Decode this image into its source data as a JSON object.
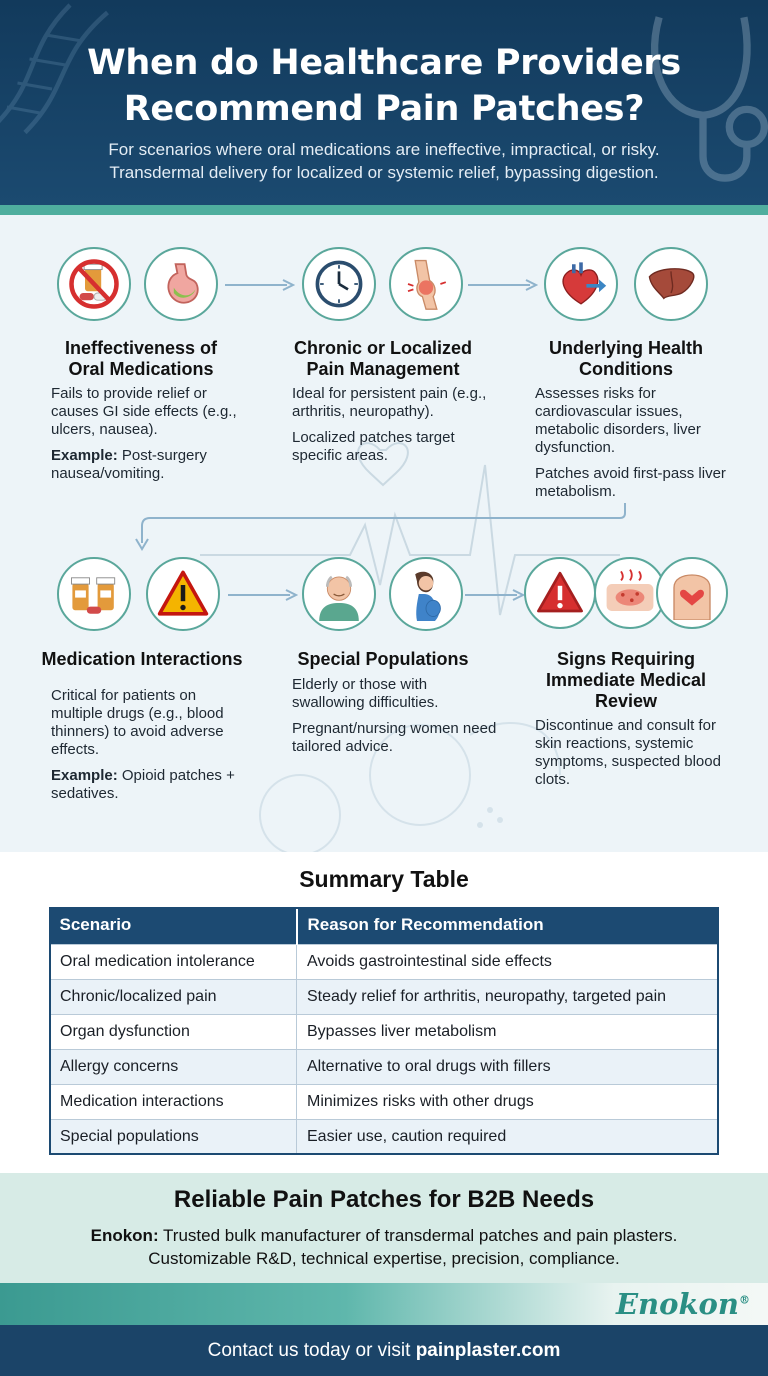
{
  "header": {
    "title_line1": "When do Healthcare Providers",
    "title_line2": "Recommend Pain Patches?",
    "subtitle_line1": "For scenarios where oral medications are ineffective, impractical, or risky.",
    "subtitle_line2": "Transdermal delivery for localized or systemic relief, bypassing digestion."
  },
  "cards": [
    {
      "title_line1": "Ineffectiveness of",
      "title_line2": "Oral Medications",
      "text": "Fails to provide relief or causes GI side effects (e.g., ulcers, nausea).",
      "example_label": "Example:",
      "example_text": " Post-surgery nausea/vomiting.",
      "icons": [
        "no-pills-icon",
        "stomach-icon"
      ]
    },
    {
      "title_line1": "Chronic or Localized",
      "title_line2": "Pain Management",
      "text": "Ideal for persistent pain (e.g., arthritis, neuropathy).",
      "text2": "Localized patches target specific areas.",
      "icons": [
        "clock-icon",
        "knee-pain-icon"
      ]
    },
    {
      "title_line1": "Underlying Health",
      "title_line2": "Conditions",
      "text": "Assesses risks for cardiovascular issues, metabolic disorders, liver dysfunction.",
      "text2": "Patches avoid first-pass liver metabolism.",
      "icons": [
        "heart-icon",
        "liver-icon"
      ]
    },
    {
      "title_line1": "Medication Interactions",
      "text": "Critical for patients on multiple drugs (e.g., blood thinners) to avoid adverse effects.",
      "example_label": "Example:",
      "example_text": " Opioid patches + sedatives.",
      "icons": [
        "medicine-bottles-icon",
        "warning-icon"
      ]
    },
    {
      "title_line1": "Special Populations",
      "text": "Elderly or those with swallowing difficulties.",
      "text2": "Pregnant/nursing women need tailored advice.",
      "icons": [
        "elderly-man-icon",
        "pregnant-woman-icon"
      ]
    },
    {
      "title_line1": "Signs Requiring",
      "title_line2": "Immediate Medical",
      "title_line3": "Review",
      "text": "Discontinue and consult for skin reactions, systemic symptoms, suspected blood clots.",
      "icons": [
        "alert-icon",
        "skin-reaction-icon",
        "chest-heart-icon"
      ]
    }
  ],
  "summary": {
    "title": "Summary Table",
    "headers": [
      "Scenario",
      "Reason for Recommendation"
    ],
    "rows": [
      [
        "Oral medication intolerance",
        "Avoids gastrointestinal side effects"
      ],
      [
        "Chronic/localized pain",
        "Steady relief for arthritis, neuropathy, targeted pain"
      ],
      [
        "Organ dysfunction",
        "Bypasses liver metabolism"
      ],
      [
        "Allergy concerns",
        "Alternative to oral drugs with fillers"
      ],
      [
        "Medication interactions",
        "Minimizes risks with other drugs"
      ],
      [
        "Special populations",
        "Easier use, caution required"
      ]
    ]
  },
  "footer": {
    "b2b_title": "Reliable Pain Patches for B2B Needs",
    "company": "Enokon:",
    "b2b_line1": " Trusted bulk manufacturer of transdermal patches and pain plasters.",
    "b2b_line2": "Customizable R&D, technical expertise, precision, compliance.",
    "brand": "Enokon",
    "brand_mark": "®",
    "contact_text": "Contact us today or visit ",
    "contact_link": "painplaster.com"
  },
  "colors": {
    "navy": "#1b4a70",
    "teal": "#4fae9e",
    "panel": "#edf4f8",
    "footer_band": "#d7ebe6"
  }
}
